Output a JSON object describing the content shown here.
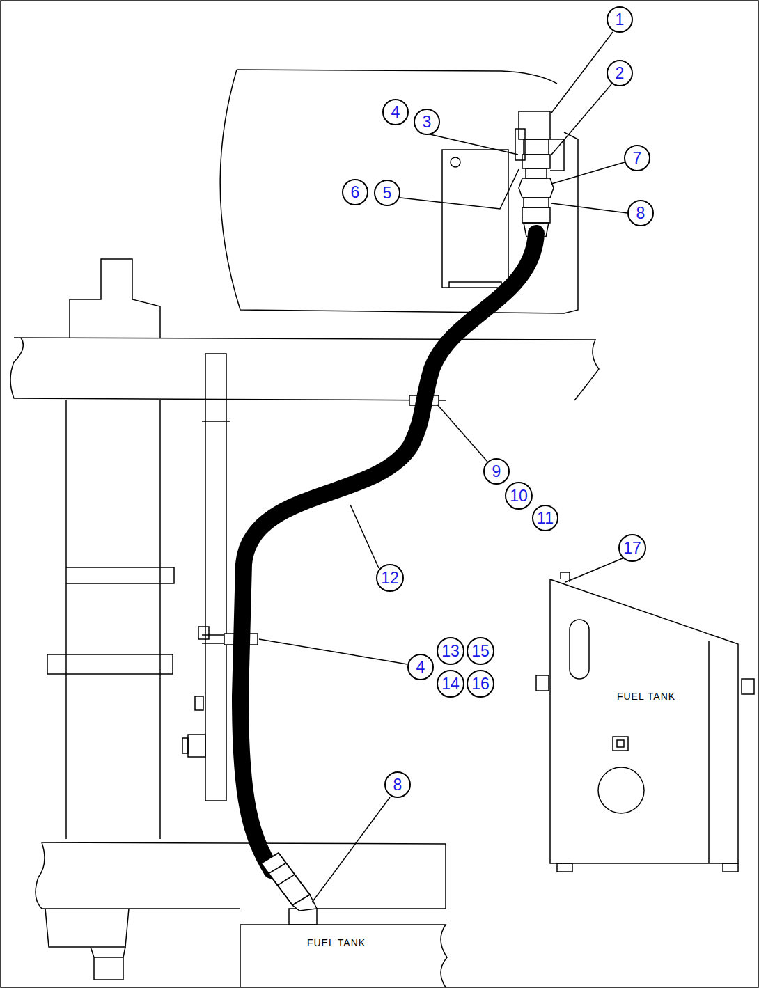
{
  "diagram": {
    "nodes": [
      {
        "text": [
          "1"
        ]
      },
      {
        "text": [
          "2"
        ]
      },
      {
        "text": [
          "4"
        ]
      },
      {
        "text": [
          "3"
        ]
      },
      {
        "text": [
          "7"
        ]
      },
      {
        "text": [
          "6"
        ]
      },
      {
        "text": [
          "5"
        ]
      },
      {
        "text": [
          "8"
        ]
      },
      {
        "text": [
          "9"
        ]
      },
      {
        "text": [
          "10"
        ]
      },
      {
        "text": [
          "11"
        ]
      },
      {
        "text": [
          "17"
        ]
      },
      {
        "text": [
          "12"
        ]
      },
      {
        "text": [
          "4"
        ]
      },
      {
        "text": [
          "13"
        ]
      },
      {
        "text": [
          "15"
        ]
      },
      {
        "text": [
          "14"
        ]
      },
      {
        "text": [
          "16"
        ]
      },
      {
        "text": [
          "8"
        ]
      }
    ],
    "labels": [
      "FUEL TANK",
      "FUEL TANK"
    ]
  }
}
